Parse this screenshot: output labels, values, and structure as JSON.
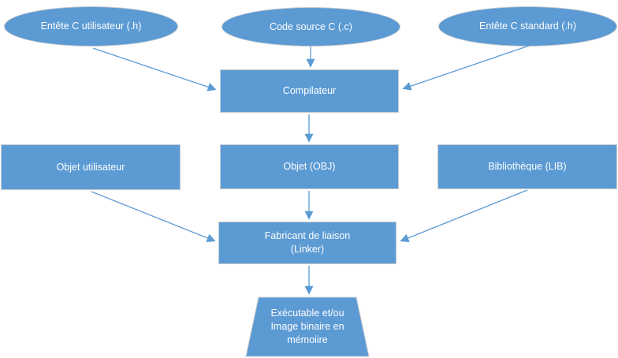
{
  "diagram": {
    "title": "C compilation and link flow (French)",
    "colors": {
      "shape_fill": "#5b9ad3",
      "shape_border": "#c7cbd0",
      "arrow": "#5b9ad3",
      "text": "#ffffff",
      "background": "#ffffff"
    },
    "nodes": {
      "user_header": {
        "shape": "ellipse",
        "label": "Entête C utilisateur (.h)"
      },
      "source_code": {
        "shape": "ellipse",
        "label": "Code source C (.c)"
      },
      "std_header": {
        "shape": "ellipse",
        "label": "Entête C standard (.h)"
      },
      "compiler": {
        "shape": "rect",
        "label": "Compilateur"
      },
      "user_object": {
        "shape": "rect",
        "label": "Objet utilisateur"
      },
      "object": {
        "shape": "rect",
        "label": "Objet (OBJ)"
      },
      "library": {
        "shape": "rect",
        "label": "Bibliothèque (LIB)"
      },
      "linker": {
        "shape": "rect",
        "label": "Fabricant de liaison\n(Linker)"
      },
      "executable": {
        "shape": "trapezoid",
        "label": "Exécutable et/ou\nImage binaire en\nmémoiire"
      }
    },
    "edges": [
      {
        "from": "user_header",
        "to": "compiler"
      },
      {
        "from": "source_code",
        "to": "compiler"
      },
      {
        "from": "std_header",
        "to": "compiler"
      },
      {
        "from": "compiler",
        "to": "object"
      },
      {
        "from": "user_object",
        "to": "linker"
      },
      {
        "from": "object",
        "to": "linker"
      },
      {
        "from": "library",
        "to": "linker"
      },
      {
        "from": "linker",
        "to": "executable"
      }
    ]
  }
}
